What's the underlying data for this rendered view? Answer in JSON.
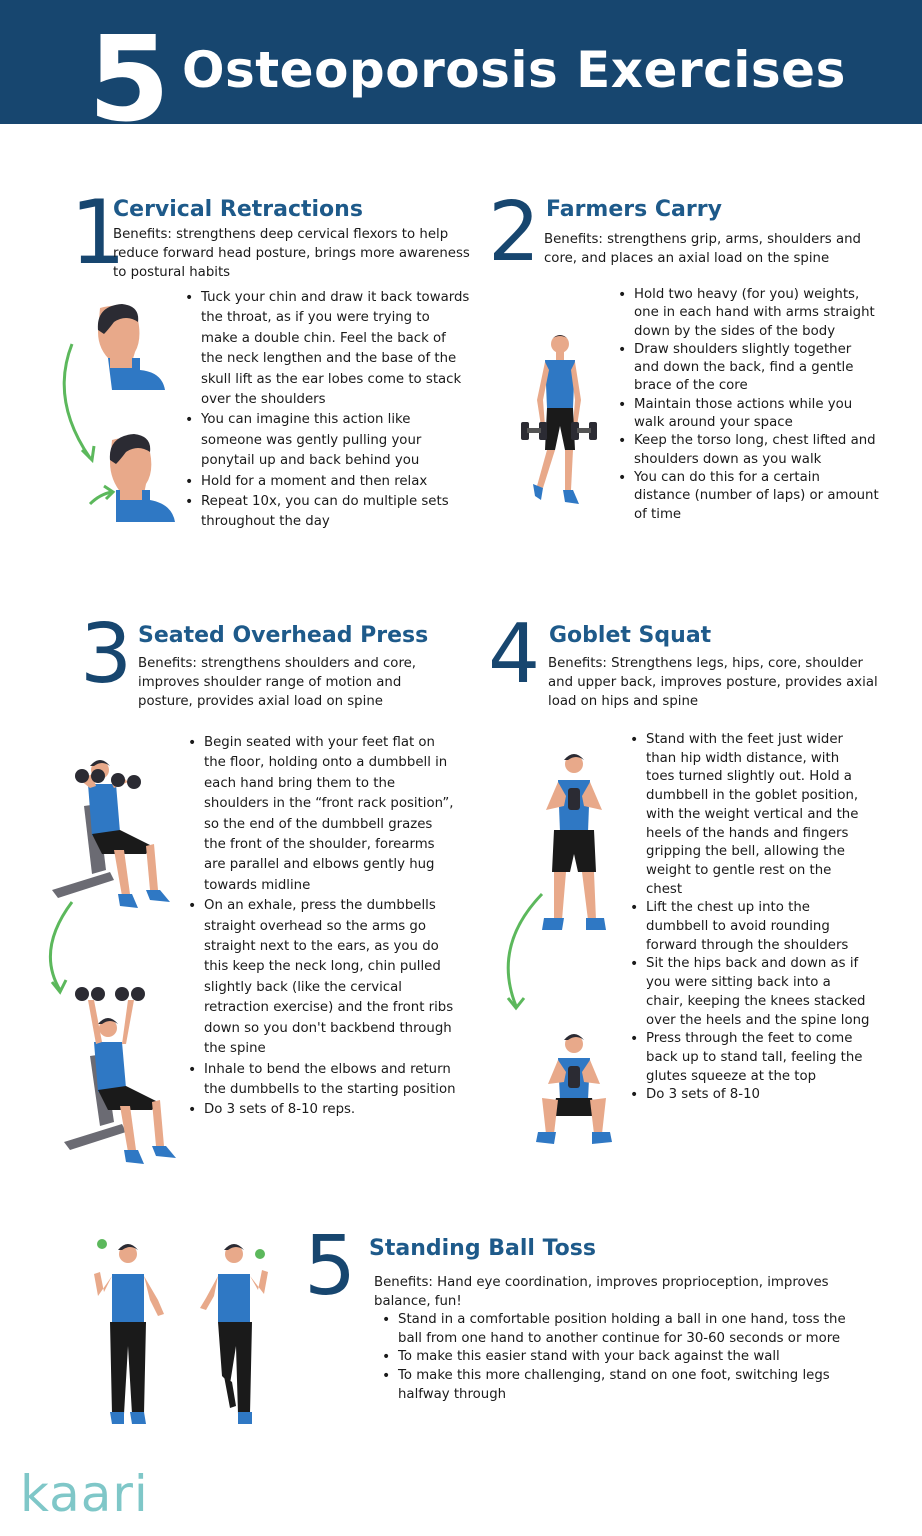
{
  "header": {
    "number": "5",
    "title": "Osteoporosis Exercises"
  },
  "exercises": [
    {
      "number": "1",
      "title": "Cervical Retractions",
      "benefits": "Benefits: strengthens deep cervical flexors to help reduce forward head posture, brings more awareness to postural habits",
      "steps": [
        "Tuck your chin and draw it back towards the throat, as if you were trying to make a double chin. Feel the back of the neck lengthen and the base of the skull lift as the ear lobes come to stack over the shoulders",
        "You can imagine this action like someone was gently pulling your ponytail up and back behind you",
        "Hold for a moment and then relax",
        "Repeat 10x, you can do multiple sets throughout the day"
      ]
    },
    {
      "number": "2",
      "title": "Farmers Carry",
      "benefits": "Benefits: strengthens grip, arms, shoulders and core, and places an axial load on the spine",
      "steps": [
        "Hold two heavy (for you) weights, one in each hand with arms straight down by the sides of the body",
        "Draw shoulders slightly together and down the back, find a gentle brace of the core",
        "Maintain those actions while you walk around your space",
        "Keep the torso long, chest lifted and shoulders down as you walk",
        "You can do this for a certain distance (number of laps) or amount of time"
      ]
    },
    {
      "number": "3",
      "title": "Seated Overhead Press",
      "benefits": "Benefits: strengthens shoulders and core, improves shoulder range of motion and posture, provides axial load on spine",
      "steps": [
        "Begin seated with your feet flat on the floor, holding onto a dumbbell in each hand bring them to the shoulders in the “front rack position”, so the end of the dumbbell grazes the front of the shoulder, forearms are parallel and elbows gently hug towards midline",
        "On an exhale, press the dumbbells straight overhead so the arms go straight next to the ears, as you do this keep the neck long, chin pulled slightly back (like the cervical retraction exercise) and the front ribs down so you don't backbend through the spine",
        "Inhale to bend the elbows and return the dumbbells to the starting position",
        "Do 3 sets of 8-10 reps."
      ]
    },
    {
      "number": "4",
      "title": "Goblet Squat",
      "benefits": "Benefits: Strengthens legs, hips, core, shoulder and upper back, improves posture, provides axial load on hips and spine",
      "steps": [
        "Stand with the feet just wider than hip width distance, with toes turned slightly out. Hold a dumbbell in the goblet position, with the weight vertical and the heels of the hands and fingers gripping the bell, allowing the weight to gentle rest on the chest",
        "Lift the chest up into the dumbbell to avoid rounding forward through the shoulders",
        "Sit the hips back and down as if you were sitting back into a chair, keeping the knees stacked over the heels and the spine long",
        "Press through the feet to come back up to stand tall, feeling the glutes squeeze at the top",
        "Do 3 sets of 8-10"
      ]
    },
    {
      "number": "5",
      "title": "Standing Ball Toss",
      "benefits": "Benefits: Hand eye coordination, improves proprioception, improves balance, fun!",
      "steps": [
        "Stand in a comfortable position holding a ball in one hand, toss the ball from one hand to another continue for 30-60 seconds or more",
        "To make this easier stand with your back against the wall",
        "To make this more challenging, stand on one foot, switching legs halfway through"
      ]
    }
  ],
  "brand": {
    "logo_text": "kaari"
  },
  "colors": {
    "header_bg": "#17466f",
    "number": "#17466f",
    "title": "#1e5a8a",
    "shirt": "#2f78c4",
    "skin": "#e8a98a",
    "arrow": "#5cb85c",
    "logo": "#7fc7c8"
  }
}
